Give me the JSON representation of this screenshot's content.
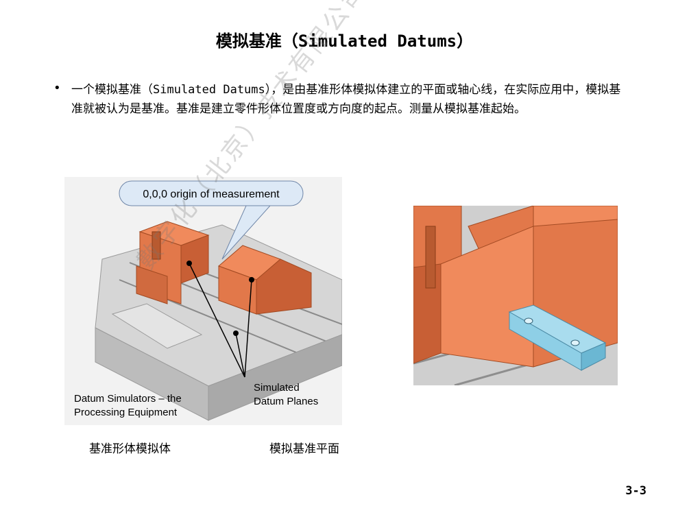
{
  "slide": {
    "title": "模拟基准（Simulated Datums）",
    "bullet_text": "一个模拟基准（Simulated Datums），是由基准形体模拟体建立的平面或轴心线，在实际应用中，模拟基准就被认为是基准。基准是建立零件形体位置度或方向度的起点。测量从模拟基准起始。",
    "page_number": "3-3",
    "watermark": "數字化（北京）技术有限公司"
  },
  "figure_left": {
    "callout": "0,0,0 origin of measurement",
    "label_simulators_1": "Datum Simulators – the",
    "label_simulators_2": "Processing Equipment",
    "label_planes_1": "Simulated",
    "label_planes_2": "Datum Planes"
  },
  "captions": {
    "left": "基准形体模拟体",
    "right": "模拟基准平面"
  },
  "colors": {
    "copper": "#e2784a",
    "copper_dark": "#c85f35",
    "table_gray": "#c9c9c9",
    "part_blue": "#8ecfe6"
  }
}
